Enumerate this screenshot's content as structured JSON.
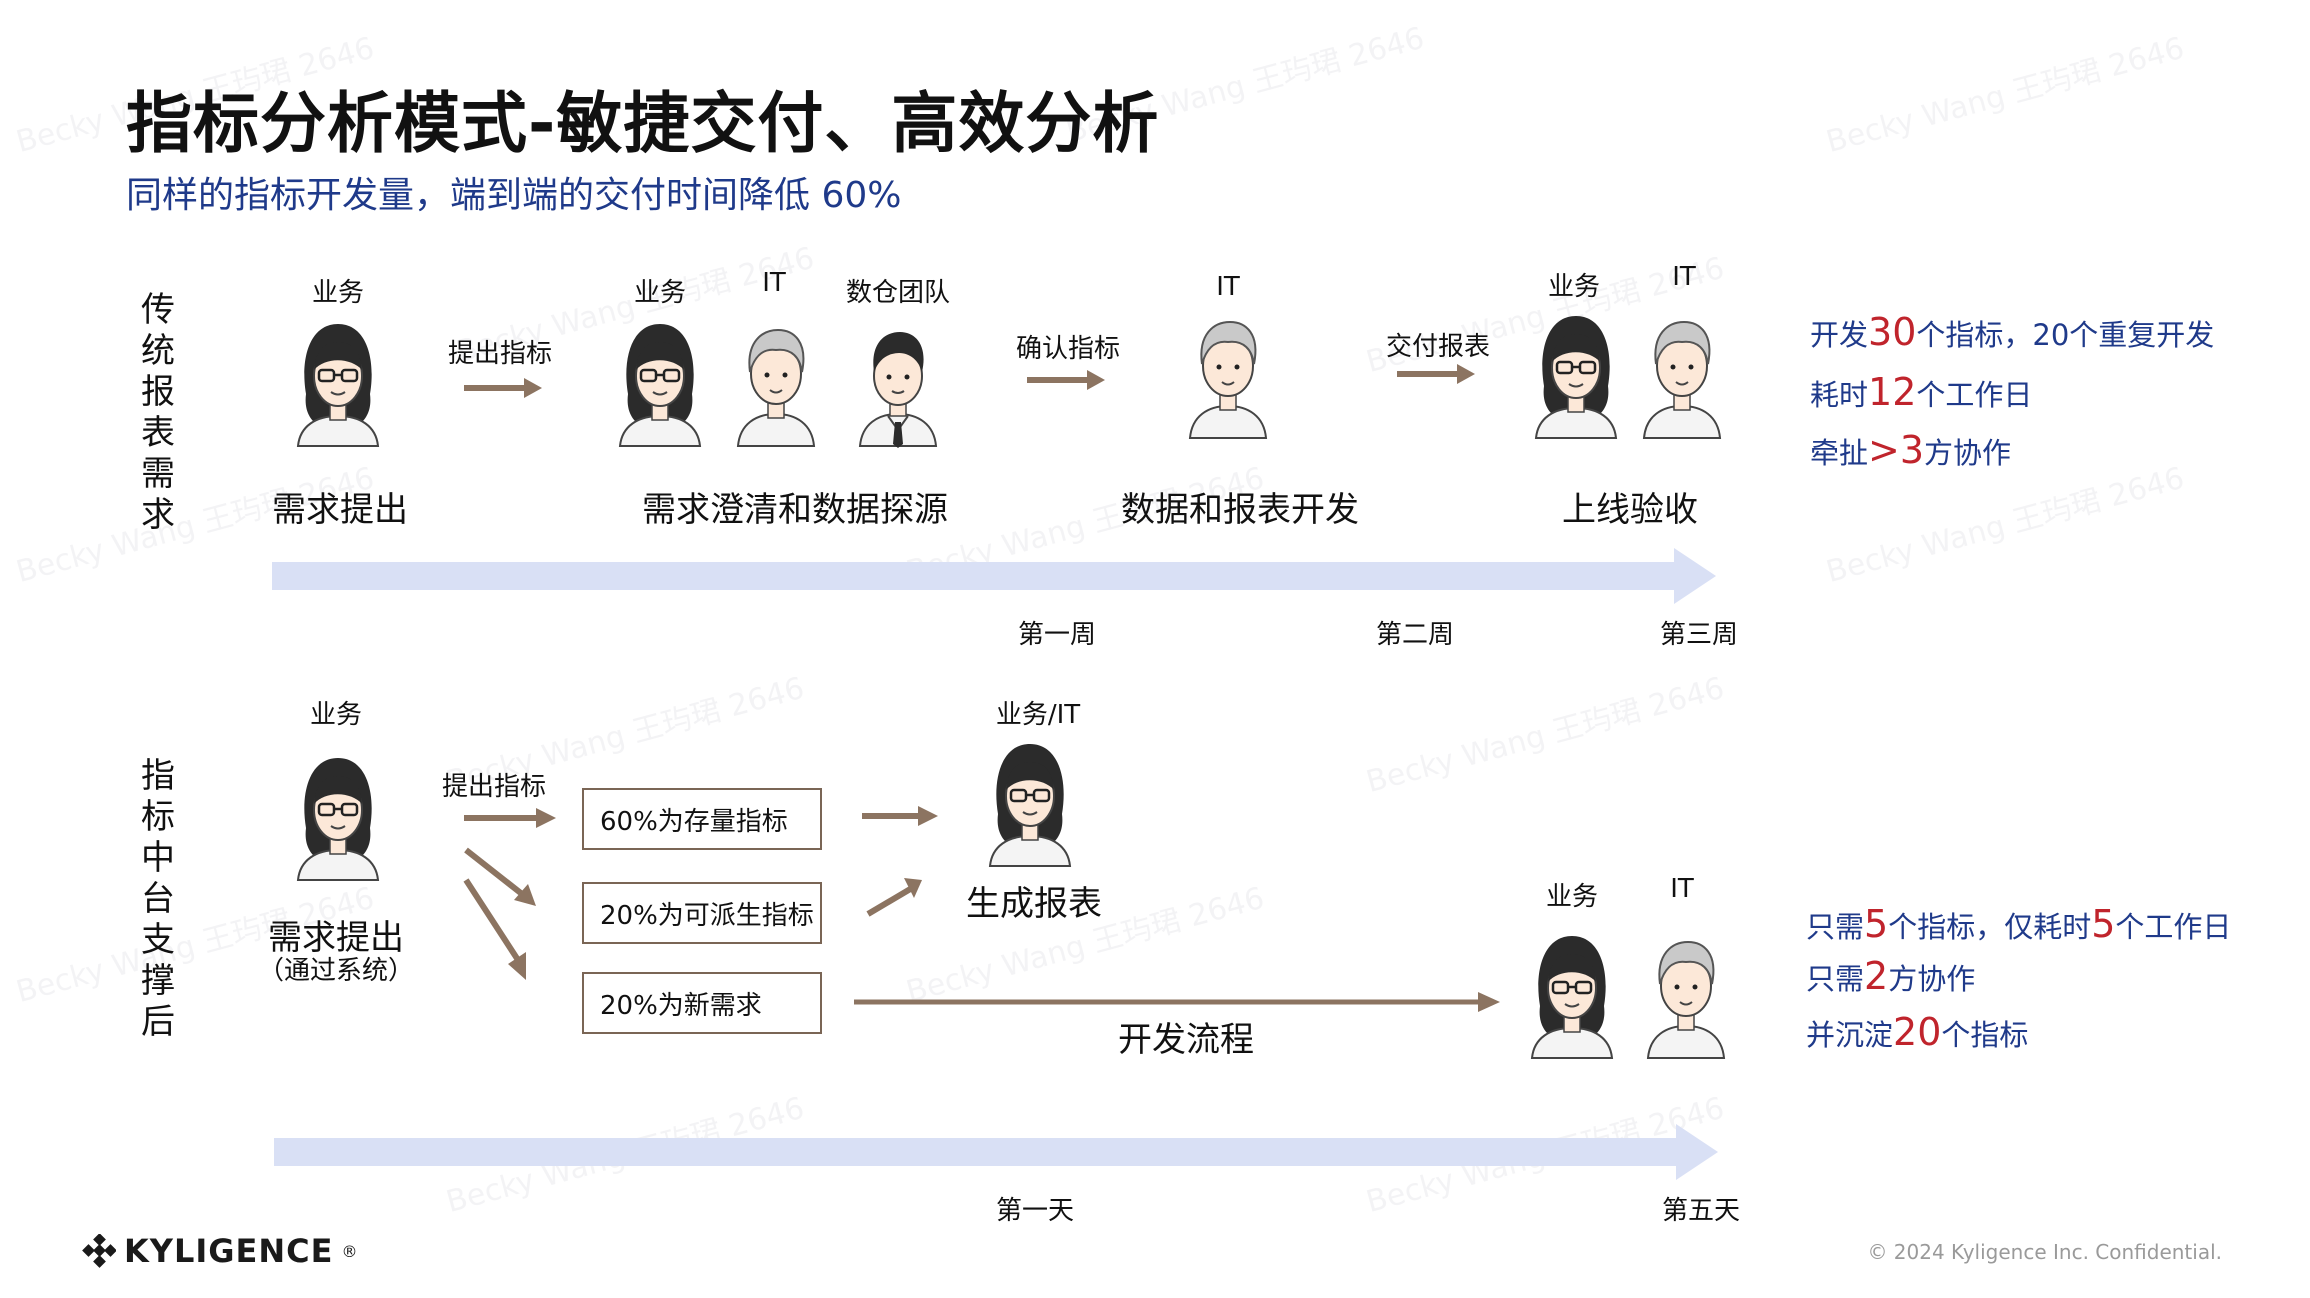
{
  "title": "指标分析模式-敏捷交付、高效分析",
  "subtitle": "同样的指标开发量，端到端的交付时间降低 60%",
  "traditional": {
    "label": "传统报表需求",
    "roles": {
      "business": "业务",
      "business_2": "业务",
      "it": "IT",
      "warehouse_team": "数仓团队",
      "it_2": "IT",
      "business_3": "业务",
      "it_3": "IT"
    },
    "arrows": {
      "propose": "提出指标",
      "confirm": "确认指标",
      "deliver": "交付报表"
    },
    "stages": {
      "request": "需求提出",
      "clarify": "需求澄清和数据探源",
      "develop": "数据和报表开发",
      "accept": "上线验收"
    },
    "weeks": [
      "第一周",
      "第二周",
      "第三周"
    ],
    "stats": [
      {
        "pre": "开发",
        "hl": "30",
        "post": "个指标，20个重复开发"
      },
      {
        "pre": "耗时",
        "hl": "12",
        "post": "个工作日"
      },
      {
        "pre": "牵扯",
        "hl": ">3",
        "post": "方协作"
      }
    ]
  },
  "platform": {
    "label": "指标中台支撑后",
    "roles": {
      "business": "业务",
      "business_it": "业务/IT",
      "business_2": "业务",
      "it": "IT"
    },
    "arrows": {
      "propose": "提出指标"
    },
    "request": "需求提出",
    "request_note": "（通过系统）",
    "boxes": [
      "60%为存量指标",
      "20%为可派生指标",
      "20%为新需求"
    ],
    "generate": "生成报表",
    "dev_flow": "开发流程",
    "days": [
      "第一天",
      "第五天"
    ],
    "stats": [
      {
        "pre": "只需",
        "hl": "5",
        "mid": "个指标，仅耗时",
        "hl2": "5",
        "post": "个工作日"
      },
      {
        "pre": "只需",
        "hl": "2",
        "post": "方协作"
      },
      {
        "pre": "并沉淀",
        "hl": "20",
        "post": "个指标"
      }
    ]
  },
  "footer": {
    "logo": "KYLIGENCE",
    "logo_mark": "®",
    "copyright": "© 2024 Kyligence Inc. Confidential."
  },
  "watermark": "Becky Wang 王玙珺 2646",
  "colors": {
    "subtitle": "#1f3a8a",
    "highlight": "#c0242c",
    "arrow": "#8c7461",
    "timeline": "#d9e0f5"
  },
  "icons": {
    "female": "female-user-icon",
    "male": "male-user-icon",
    "male_tie": "male-tie-user-icon"
  }
}
